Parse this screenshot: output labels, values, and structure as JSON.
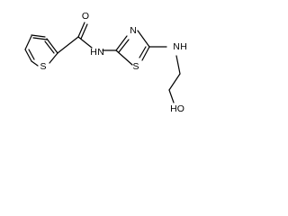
{
  "molecule": {
    "atom_labels": {
      "carbonyl_oxygen": "O",
      "thiophene_sulfur": "S",
      "amide_nitrogen": "N",
      "amide_hydrogen": "H",
      "thiazole_nitrogen": "N",
      "thiazole_sulfur": "S",
      "amine_nitrogen": "N",
      "amine_hydrogen": "H",
      "hydroxyl": "HO"
    }
  }
}
